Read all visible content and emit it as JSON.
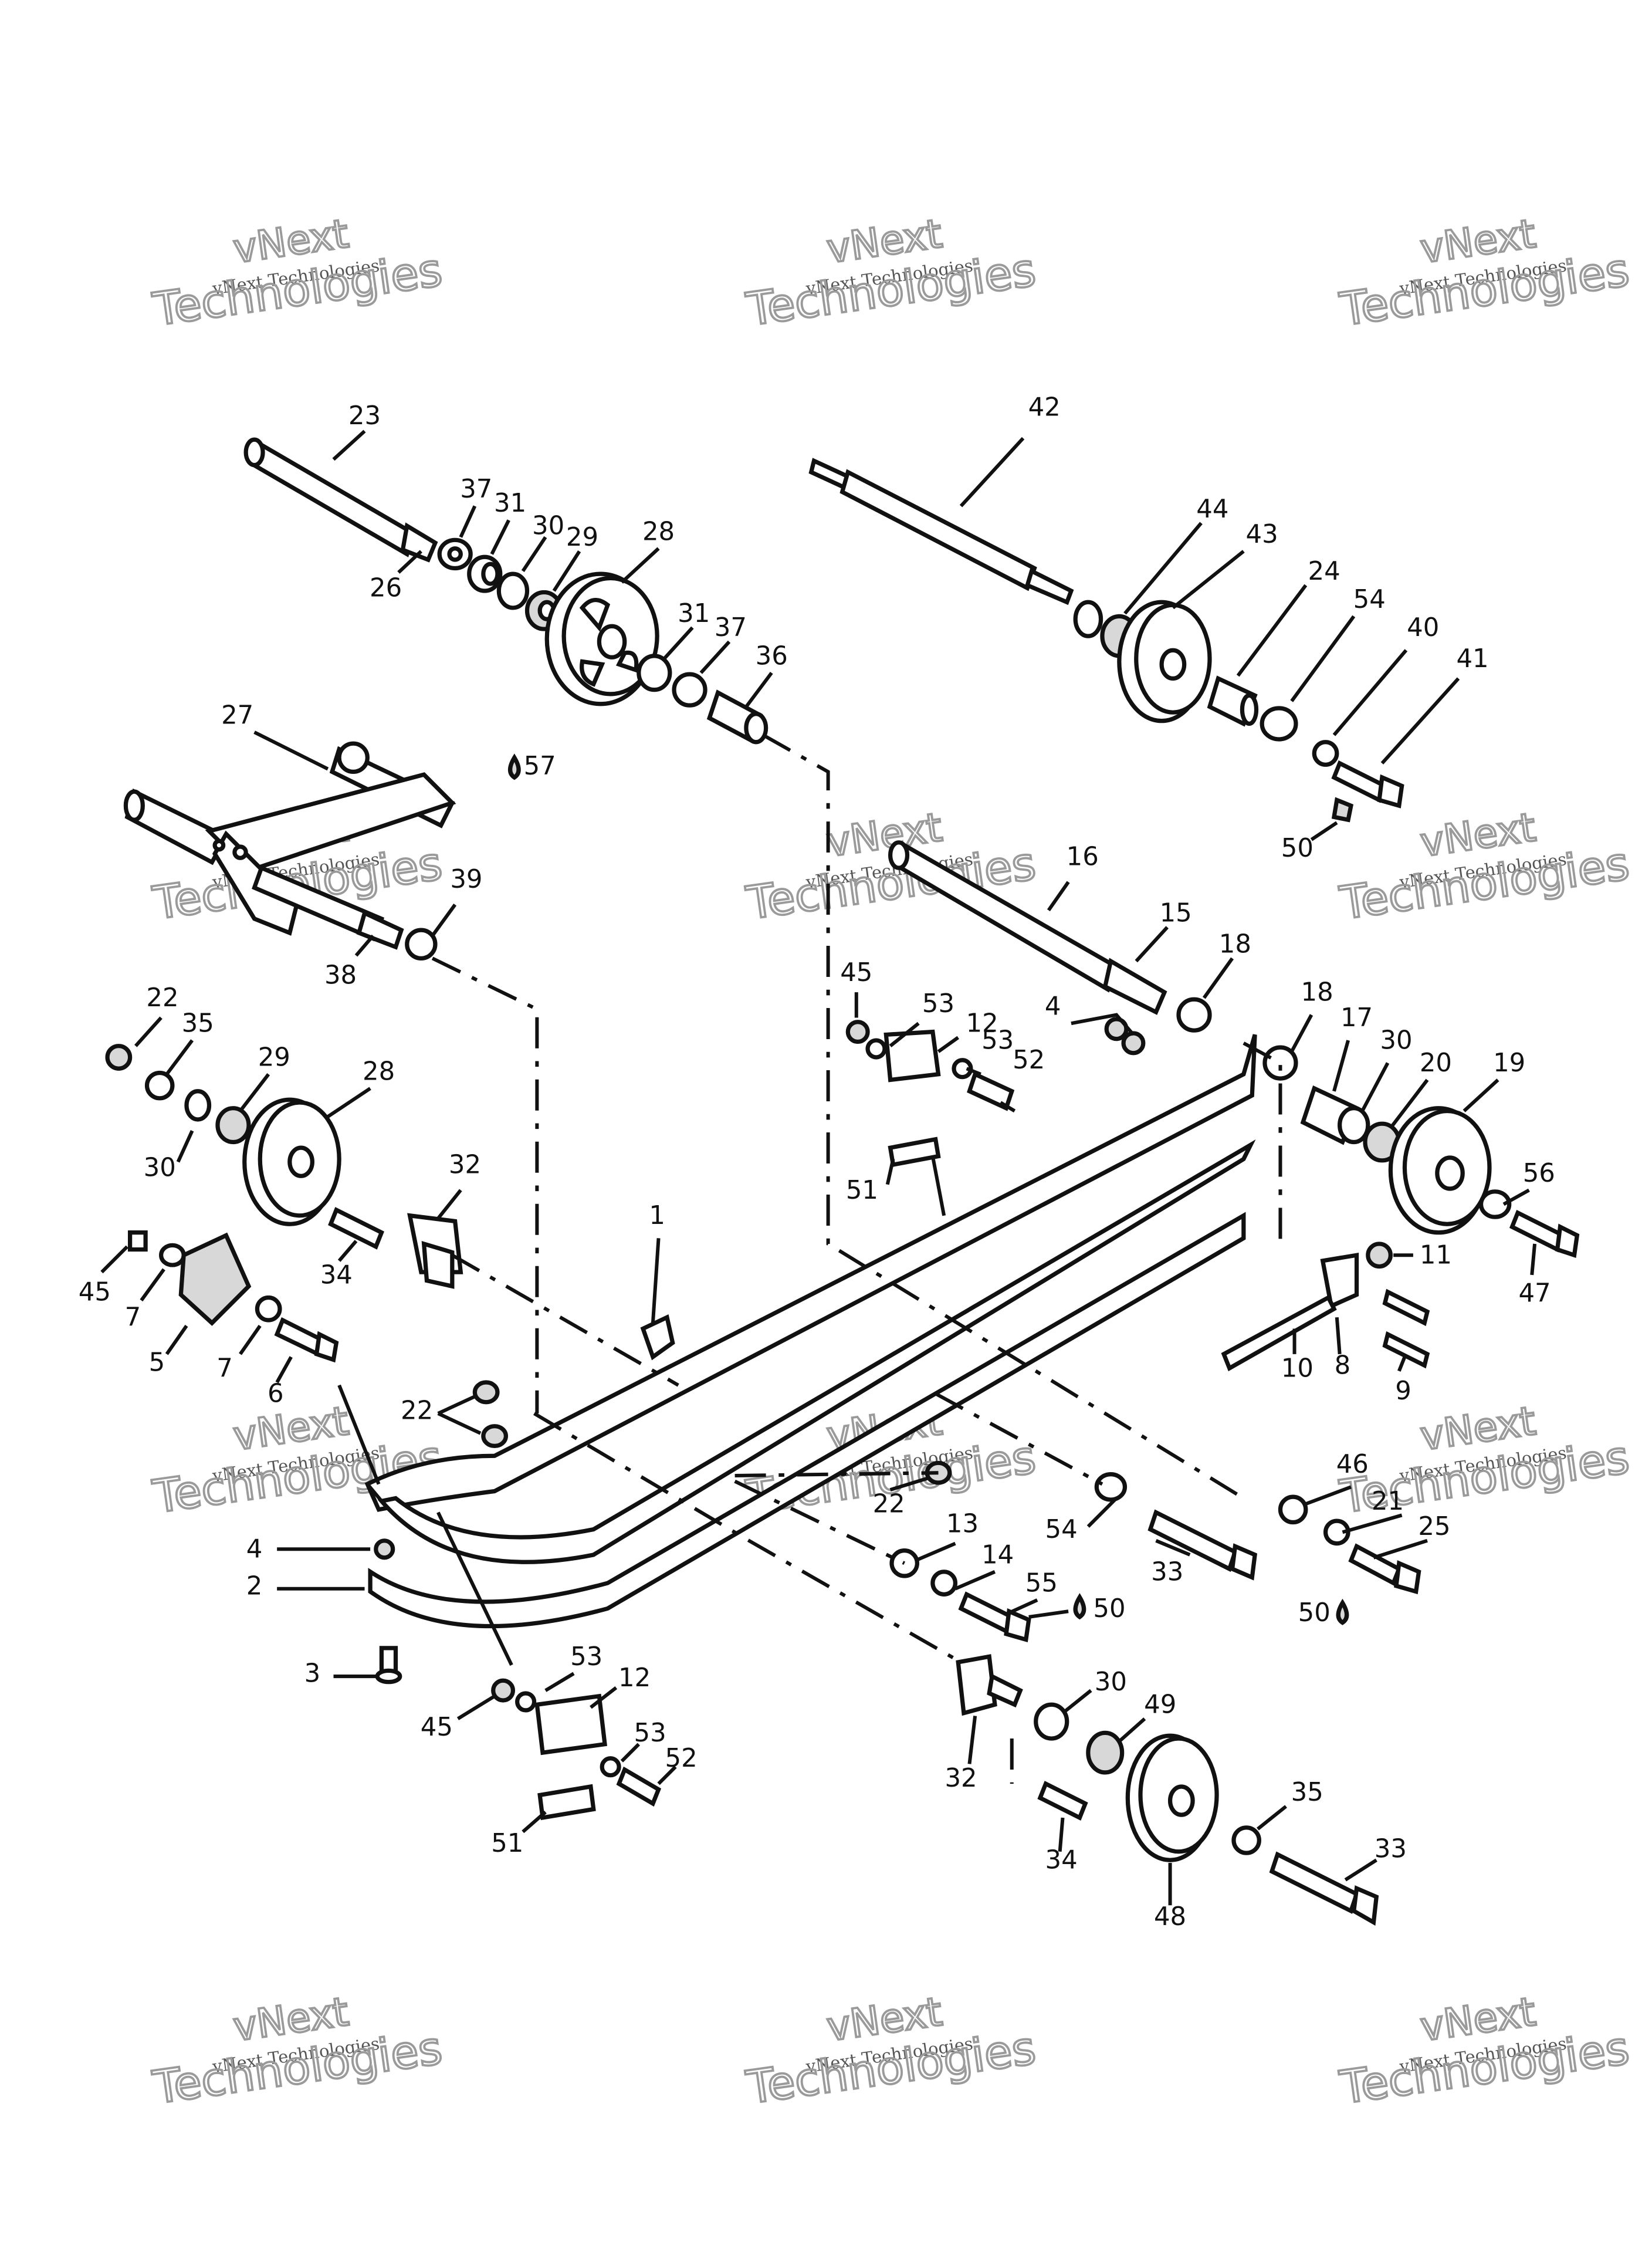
{
  "watermark": {
    "line1": "vNext",
    "line2": "vNext Technologies",
    "line3": "Technologies"
  },
  "callouts": [
    "23",
    "37",
    "31",
    "30",
    "29",
    "28",
    "26",
    "31",
    "37",
    "36",
    "42",
    "44",
    "43",
    "24",
    "54",
    "40",
    "41",
    "50",
    "27",
    "57",
    "16",
    "15",
    "18",
    "39",
    "38",
    "45",
    "53",
    "12",
    "4",
    "18",
    "17",
    "30",
    "20",
    "19",
    "22",
    "35",
    "29",
    "28",
    "53",
    "52",
    "56",
    "30",
    "32",
    "51",
    "1",
    "45",
    "34",
    "7",
    "5",
    "7",
    "6",
    "11",
    "47",
    "10",
    "8",
    "9",
    "22",
    "22",
    "46",
    "21",
    "25",
    "4",
    "54",
    "13",
    "33",
    "2",
    "14",
    "55",
    "50",
    "50",
    "3",
    "53",
    "12",
    "30",
    "45",
    "53",
    "49",
    "52",
    "32",
    "35",
    "51",
    "34",
    "33",
    "48"
  ]
}
